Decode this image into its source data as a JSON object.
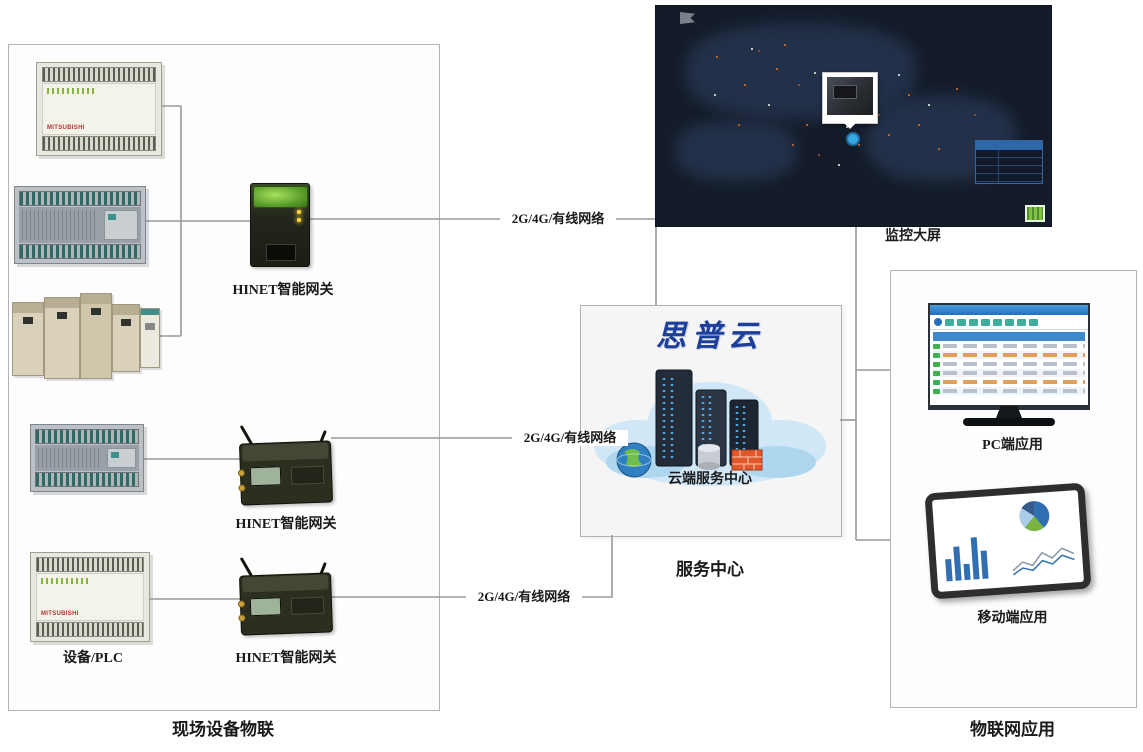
{
  "left_panel": {
    "title": "现场设备物联",
    "plc_label": "设备/PLC",
    "gateway1": "HINET智能网关",
    "gateway2": "HINET智能网关",
    "gateway3": "HINET智能网关"
  },
  "devices": {
    "mitsubishi_brand": "MITSUBISHI"
  },
  "links": {
    "net1": "2G/4G/有线网络",
    "net2": "2G/4G/有线网络",
    "net3": "2G/4G/有线网络"
  },
  "service_center": {
    "brand": "思普云",
    "cloud_caption": "云端服务中心",
    "title": "服务中心"
  },
  "monitor": {
    "label": "监控大屏"
  },
  "right_panel": {
    "title": "物联网应用",
    "pc_label": "PC端应用",
    "mobile_label": "移动端应用"
  },
  "colors": {
    "connector_line": "#999999",
    "brand_blue": "#1d3f9a",
    "panel_border": "#b3b3b3",
    "map_background": "#141c2a"
  }
}
